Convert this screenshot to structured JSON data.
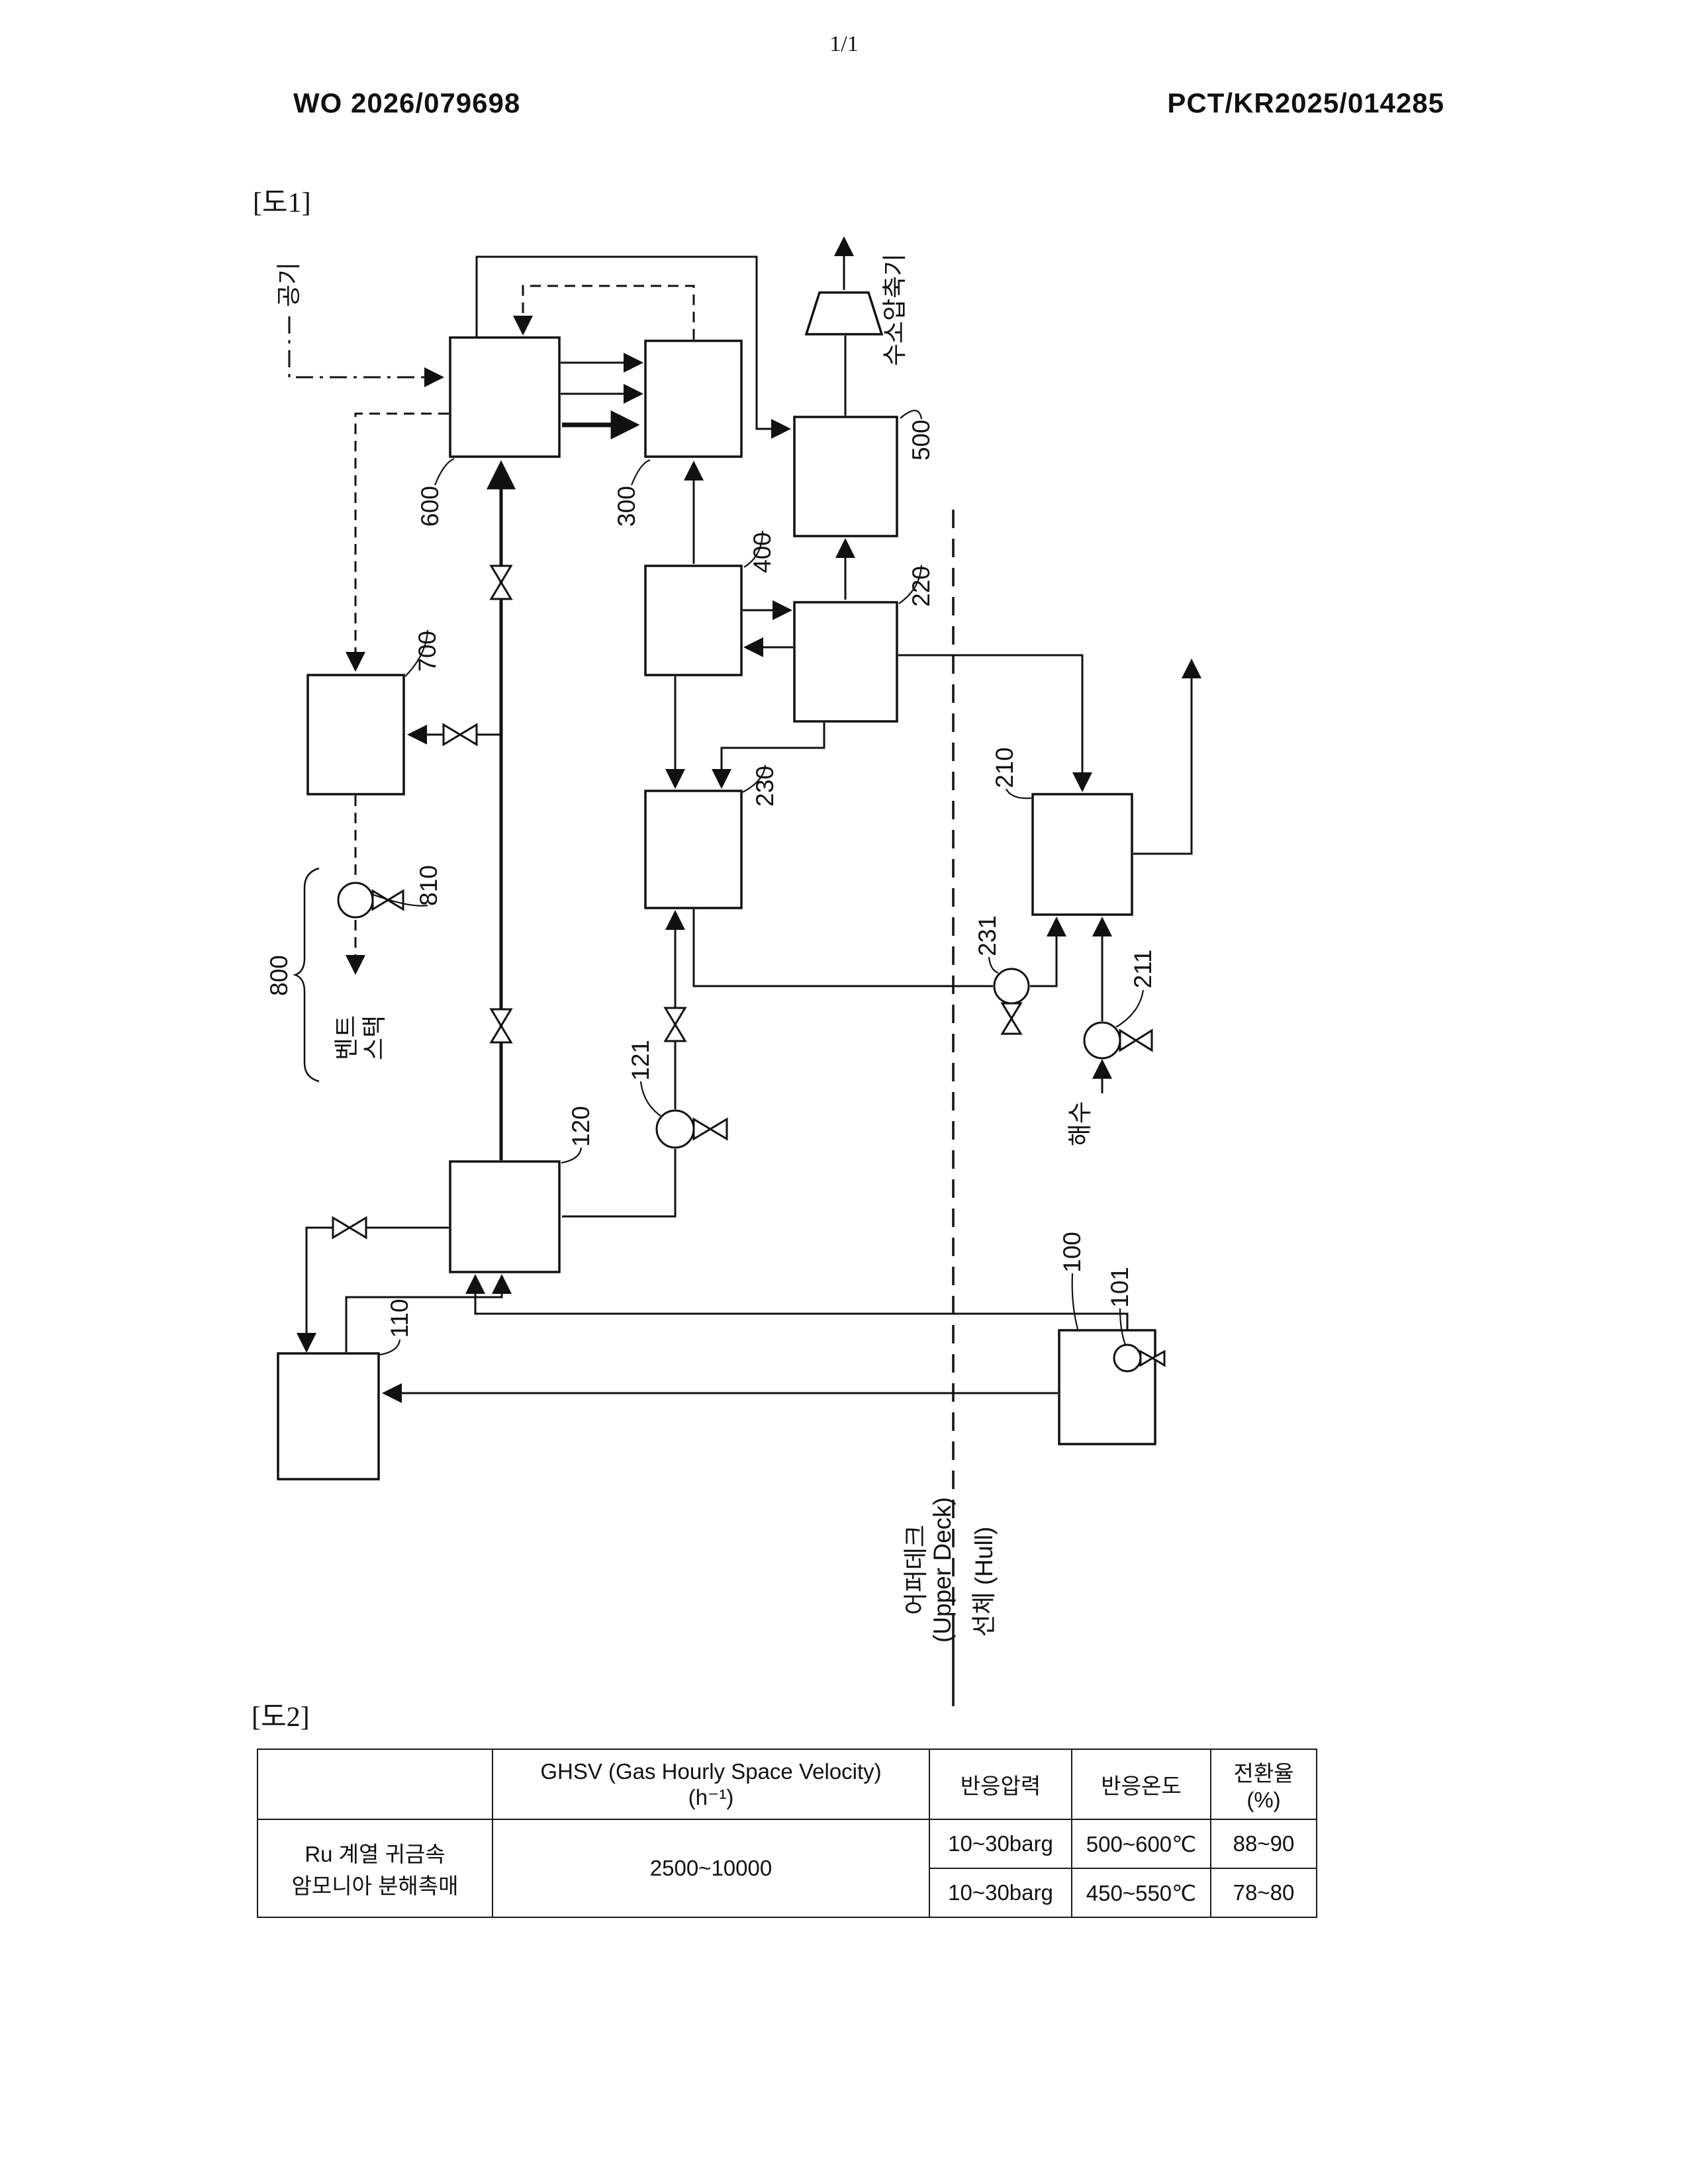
{
  "page": {
    "page_number": "1/1",
    "publication_number": "WO 2026/079698",
    "application_number": "PCT/KR2025/014285"
  },
  "fig1": {
    "caption": "[도1]",
    "labels": {
      "air": "공기",
      "h2_compressor": "수소압축기",
      "seawater": "해수",
      "vent_line1": "벤트",
      "vent_line2": "스택",
      "upper_deck_kr": "어퍼데크",
      "upper_deck_en": "(Upper Deck)",
      "hull": "선체 (Hull)",
      "n600": "600",
      "n300": "300",
      "n500": "500",
      "n400": "400",
      "n700": "700",
      "n220": "220",
      "n230": "230",
      "n210": "210",
      "n231": "231",
      "n211": "211",
      "n810": "810",
      "n800": "800",
      "n121": "121",
      "n120": "120",
      "n110": "110",
      "n100": "100",
      "n101": "101"
    }
  },
  "fig2": {
    "caption": "[도2]",
    "table": {
      "headers": {
        "corner": "",
        "ghsv_line1": "GHSV (Gas Hourly Space Velocity)",
        "ghsv_line2": "(h⁻¹)",
        "pressure": "반응압력",
        "temperature": "반응온도",
        "conversion_line1": "전환율",
        "conversion_line2": "(%)"
      },
      "row_label_line1": "Ru 계열 귀금속",
      "row_label_line2": "암모니아 분해촉매",
      "ghsv_value": "2500~10000",
      "rows": [
        {
          "pressure": "10~30barg",
          "temperature": "500~600℃",
          "conversion": "88~90"
        },
        {
          "pressure": "10~30barg",
          "temperature": "450~550℃",
          "conversion": "78~80"
        }
      ]
    }
  },
  "colors": {
    "ink": "#111111",
    "paper": "#ffffff"
  }
}
